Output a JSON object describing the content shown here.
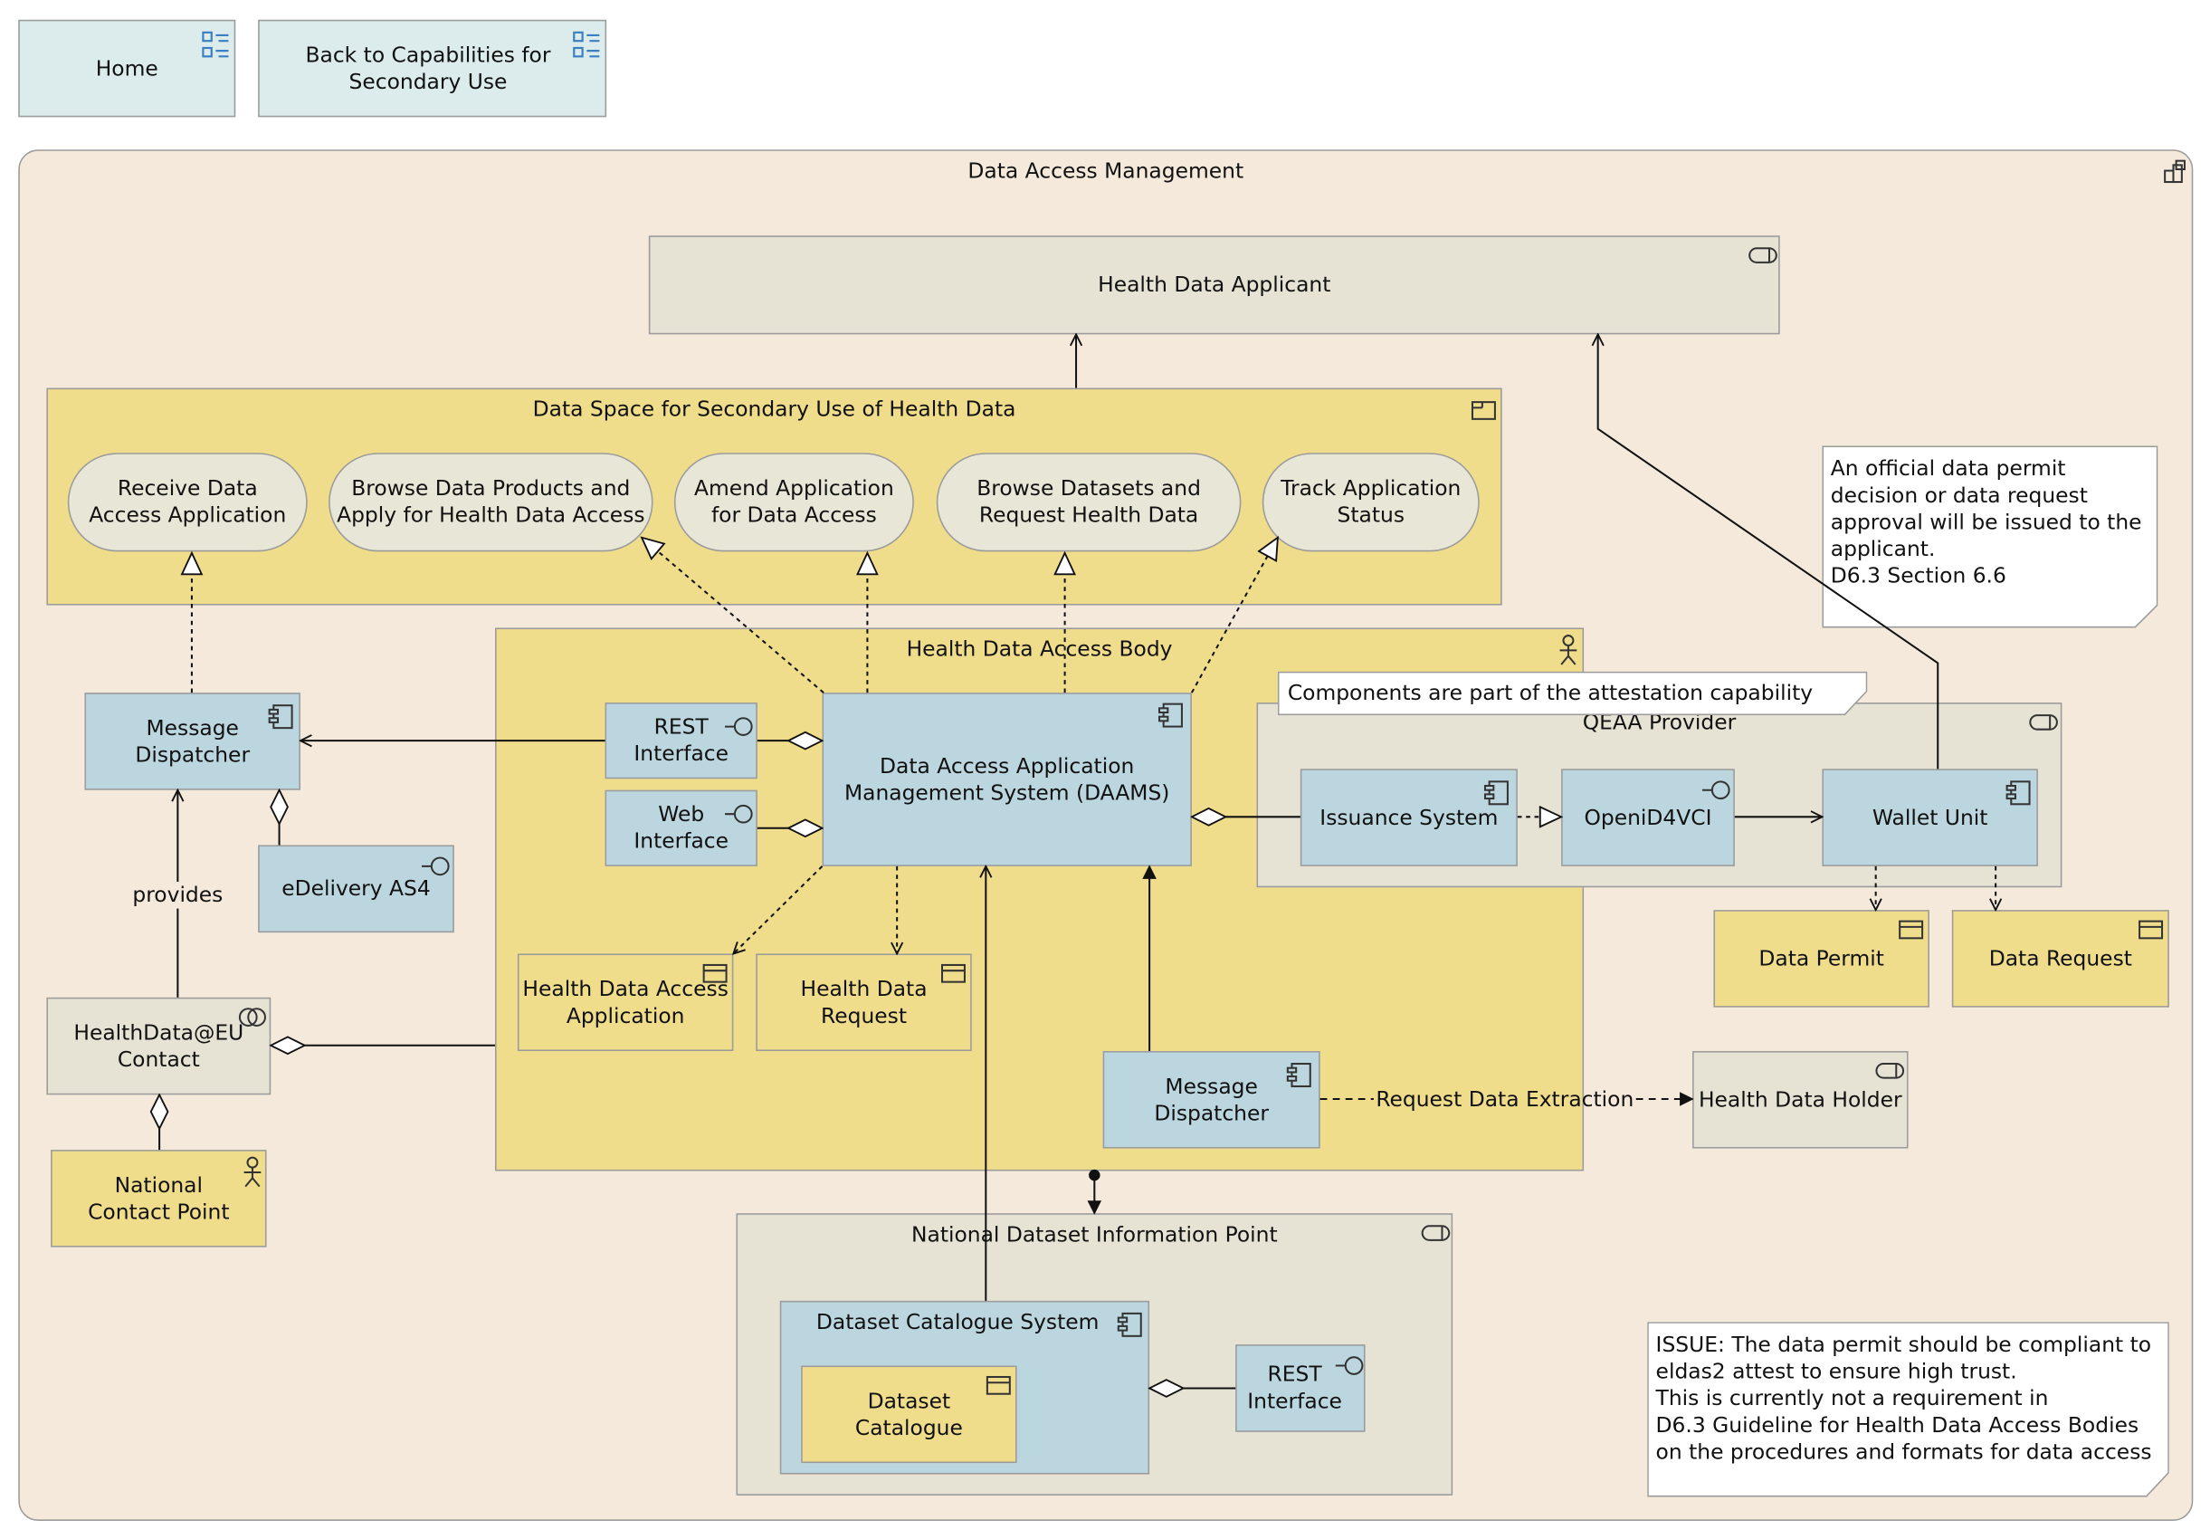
{
  "nav": {
    "home": "Home",
    "back": "Back to Capabilities for\nSecondary Use"
  },
  "container": {
    "title": "Data Access Management"
  },
  "applicant": "Health Data Applicant",
  "dataspace": {
    "title": "Data Space for Secondary Use of Health Data",
    "services": [
      "Receive Data\nAccess Application",
      "Browse Data Products and\nApply for Health Data Access",
      "Amend Application\nfor Data Access",
      "Browse Datasets and\nRequest Health Data",
      "Track Application\nStatus"
    ]
  },
  "hdab": {
    "title": "Health Data Access Body",
    "rest": "REST\nInterface",
    "web": "Web\nInterface",
    "daams": "Data Access Application\nManagement System (DAAMS)",
    "application": "Health Data Access\nApplication",
    "request": "Health Data\nRequest",
    "dispatcher": "Message\nDispatcher"
  },
  "left": {
    "dispatcher": "Message\nDispatcher",
    "edelivery": "eDelivery AS4",
    "provides": "provides",
    "contact": "HealthData@EU\nContact",
    "ncp": "National\nContact Point"
  },
  "qeaa": {
    "note": "Components are part of the attestation capability",
    "title": "QEAA Provider",
    "issuance": "Issuance System",
    "openid": "OpeniD4VCI",
    "wallet": "Wallet Unit"
  },
  "outputs": {
    "permit": "Data Permit",
    "request": "Data Request"
  },
  "holder": {
    "name": "Health Data Holder",
    "flow": "Request Data Extraction"
  },
  "ndip": {
    "title": "National Dataset Information Point",
    "catalogue_system": "Dataset Catalogue System",
    "catalogue": "Dataset\nCatalogue",
    "rest": "REST\nInterface"
  },
  "notes": {
    "permit": "An official data permit\ndecision or data request\napproval will be issued to the\napplicant.\nD6.3 Section 6.6",
    "issue": "ISSUE: The data permit should be compliant to\neldas2 attest to ensure high trust.\nThis is currently not a requirement in\nD6.3 Guideline for Health Data Access Bodies\non the procedures and formats for data access"
  },
  "colors": {
    "container": "#f5e9dc",
    "group": "#f0dd8c",
    "component": "#bcd6e0",
    "technology": "#e6e3d5",
    "navigation": "#dcecec"
  },
  "icons": [
    "view-reference-icon",
    "grouping-icon",
    "actor-icon",
    "component-icon",
    "interface-icon",
    "node-icon",
    "data-object-icon",
    "collaboration-icon",
    "container-icon"
  ]
}
